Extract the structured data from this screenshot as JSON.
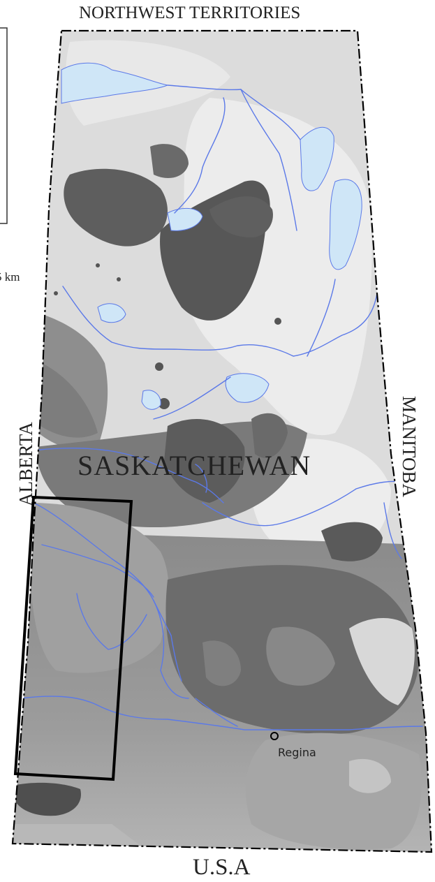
{
  "map": {
    "neighbors": {
      "north": "NORTHWEST TERRITORIES",
      "west": "ALBERTA",
      "east": "MANITOBA",
      "south": "U.S.A"
    },
    "province_label": "SASKATCHEWAN",
    "cities": [
      {
        "name": "Regina"
      }
    ],
    "scale_fragment": "5 km",
    "study_area": {
      "shape": "rectangle",
      "outline_color": "#000000"
    },
    "colors": {
      "water": "#cfe6f7",
      "river": "#5b79e8",
      "terrain_high": "#5a5a5a",
      "terrain_low": "#e2e2e2",
      "border": "#000000"
    }
  }
}
